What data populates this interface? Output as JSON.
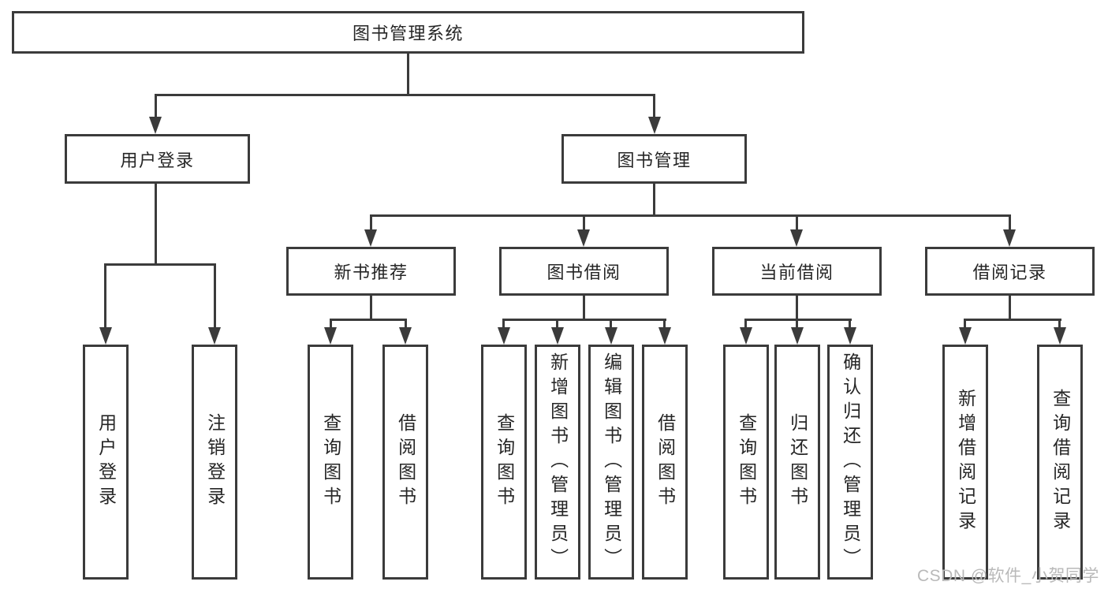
{
  "colors": {
    "line": "#3b3b3b",
    "text": "#262626",
    "watermark": "#b9b9b9"
  },
  "watermark": "CSDN @软件_小贺同学",
  "tree": {
    "root": {
      "label": "图书管理系统"
    },
    "level2": [
      {
        "label": "用户登录"
      },
      {
        "label": "图书管理"
      }
    ],
    "level3": [
      {
        "label": "新书推荐",
        "parent": "图书管理"
      },
      {
        "label": "图书借阅",
        "parent": "图书管理"
      },
      {
        "label": "当前借阅",
        "parent": "图书管理"
      },
      {
        "label": "借阅记录",
        "parent": "图书管理"
      }
    ],
    "leaves": [
      {
        "label": "用户登录",
        "parent": "用户登录"
      },
      {
        "label": "注销登录",
        "parent": "用户登录"
      },
      {
        "label": "查询图书",
        "parent": "新书推荐"
      },
      {
        "label": "借阅图书",
        "parent": "新书推荐"
      },
      {
        "label": "查询图书",
        "parent": "图书借阅"
      },
      {
        "label": "新增图书（管理员）",
        "parent": "图书借阅"
      },
      {
        "label": "编辑图书（管理员）",
        "parent": "图书借阅"
      },
      {
        "label": "借阅图书",
        "parent": "图书借阅"
      },
      {
        "label": "查询图书",
        "parent": "当前借阅"
      },
      {
        "label": "归还图书",
        "parent": "当前借阅"
      },
      {
        "label": "确认归还（管理员）",
        "parent": "当前借阅"
      },
      {
        "label": "新增借阅记录",
        "parent": "借阅记录"
      },
      {
        "label": "查询借阅记录",
        "parent": "借阅记录"
      }
    ]
  }
}
